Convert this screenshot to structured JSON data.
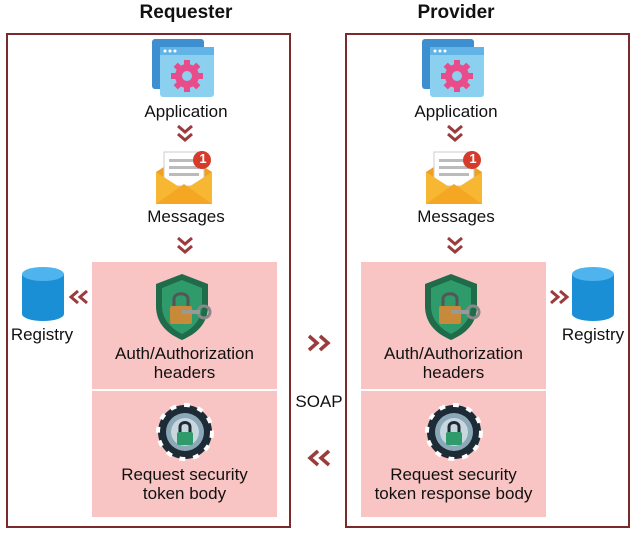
{
  "requester": {
    "title": "Requester",
    "application": "Application",
    "messages": "Messages",
    "auth": "Auth/Authorization headers",
    "auth_line1": "Auth/Authorization",
    "auth_line2": "headers",
    "token_line1": "Request security",
    "token_line2": "token body",
    "registry": "Registry"
  },
  "provider": {
    "title": "Provider",
    "application": "Application",
    "messages": "Messages",
    "auth_line1": "Auth/Authorization",
    "auth_line2": "headers",
    "token_line1": "Request security",
    "token_line2": "token response body",
    "registry": "Registry"
  },
  "connector": {
    "label": "SOAP"
  },
  "notification_badge": "1",
  "colors": {
    "panel_border": "#7a2a2a",
    "pink_fill": "#f9c4c4",
    "chevron": "#9b3b3b",
    "registry_blue": "#1b8fd6",
    "shield_green": "#1f6b4a",
    "gear_pink": "#e84c8a",
    "window_blue": "#62b4e6"
  }
}
